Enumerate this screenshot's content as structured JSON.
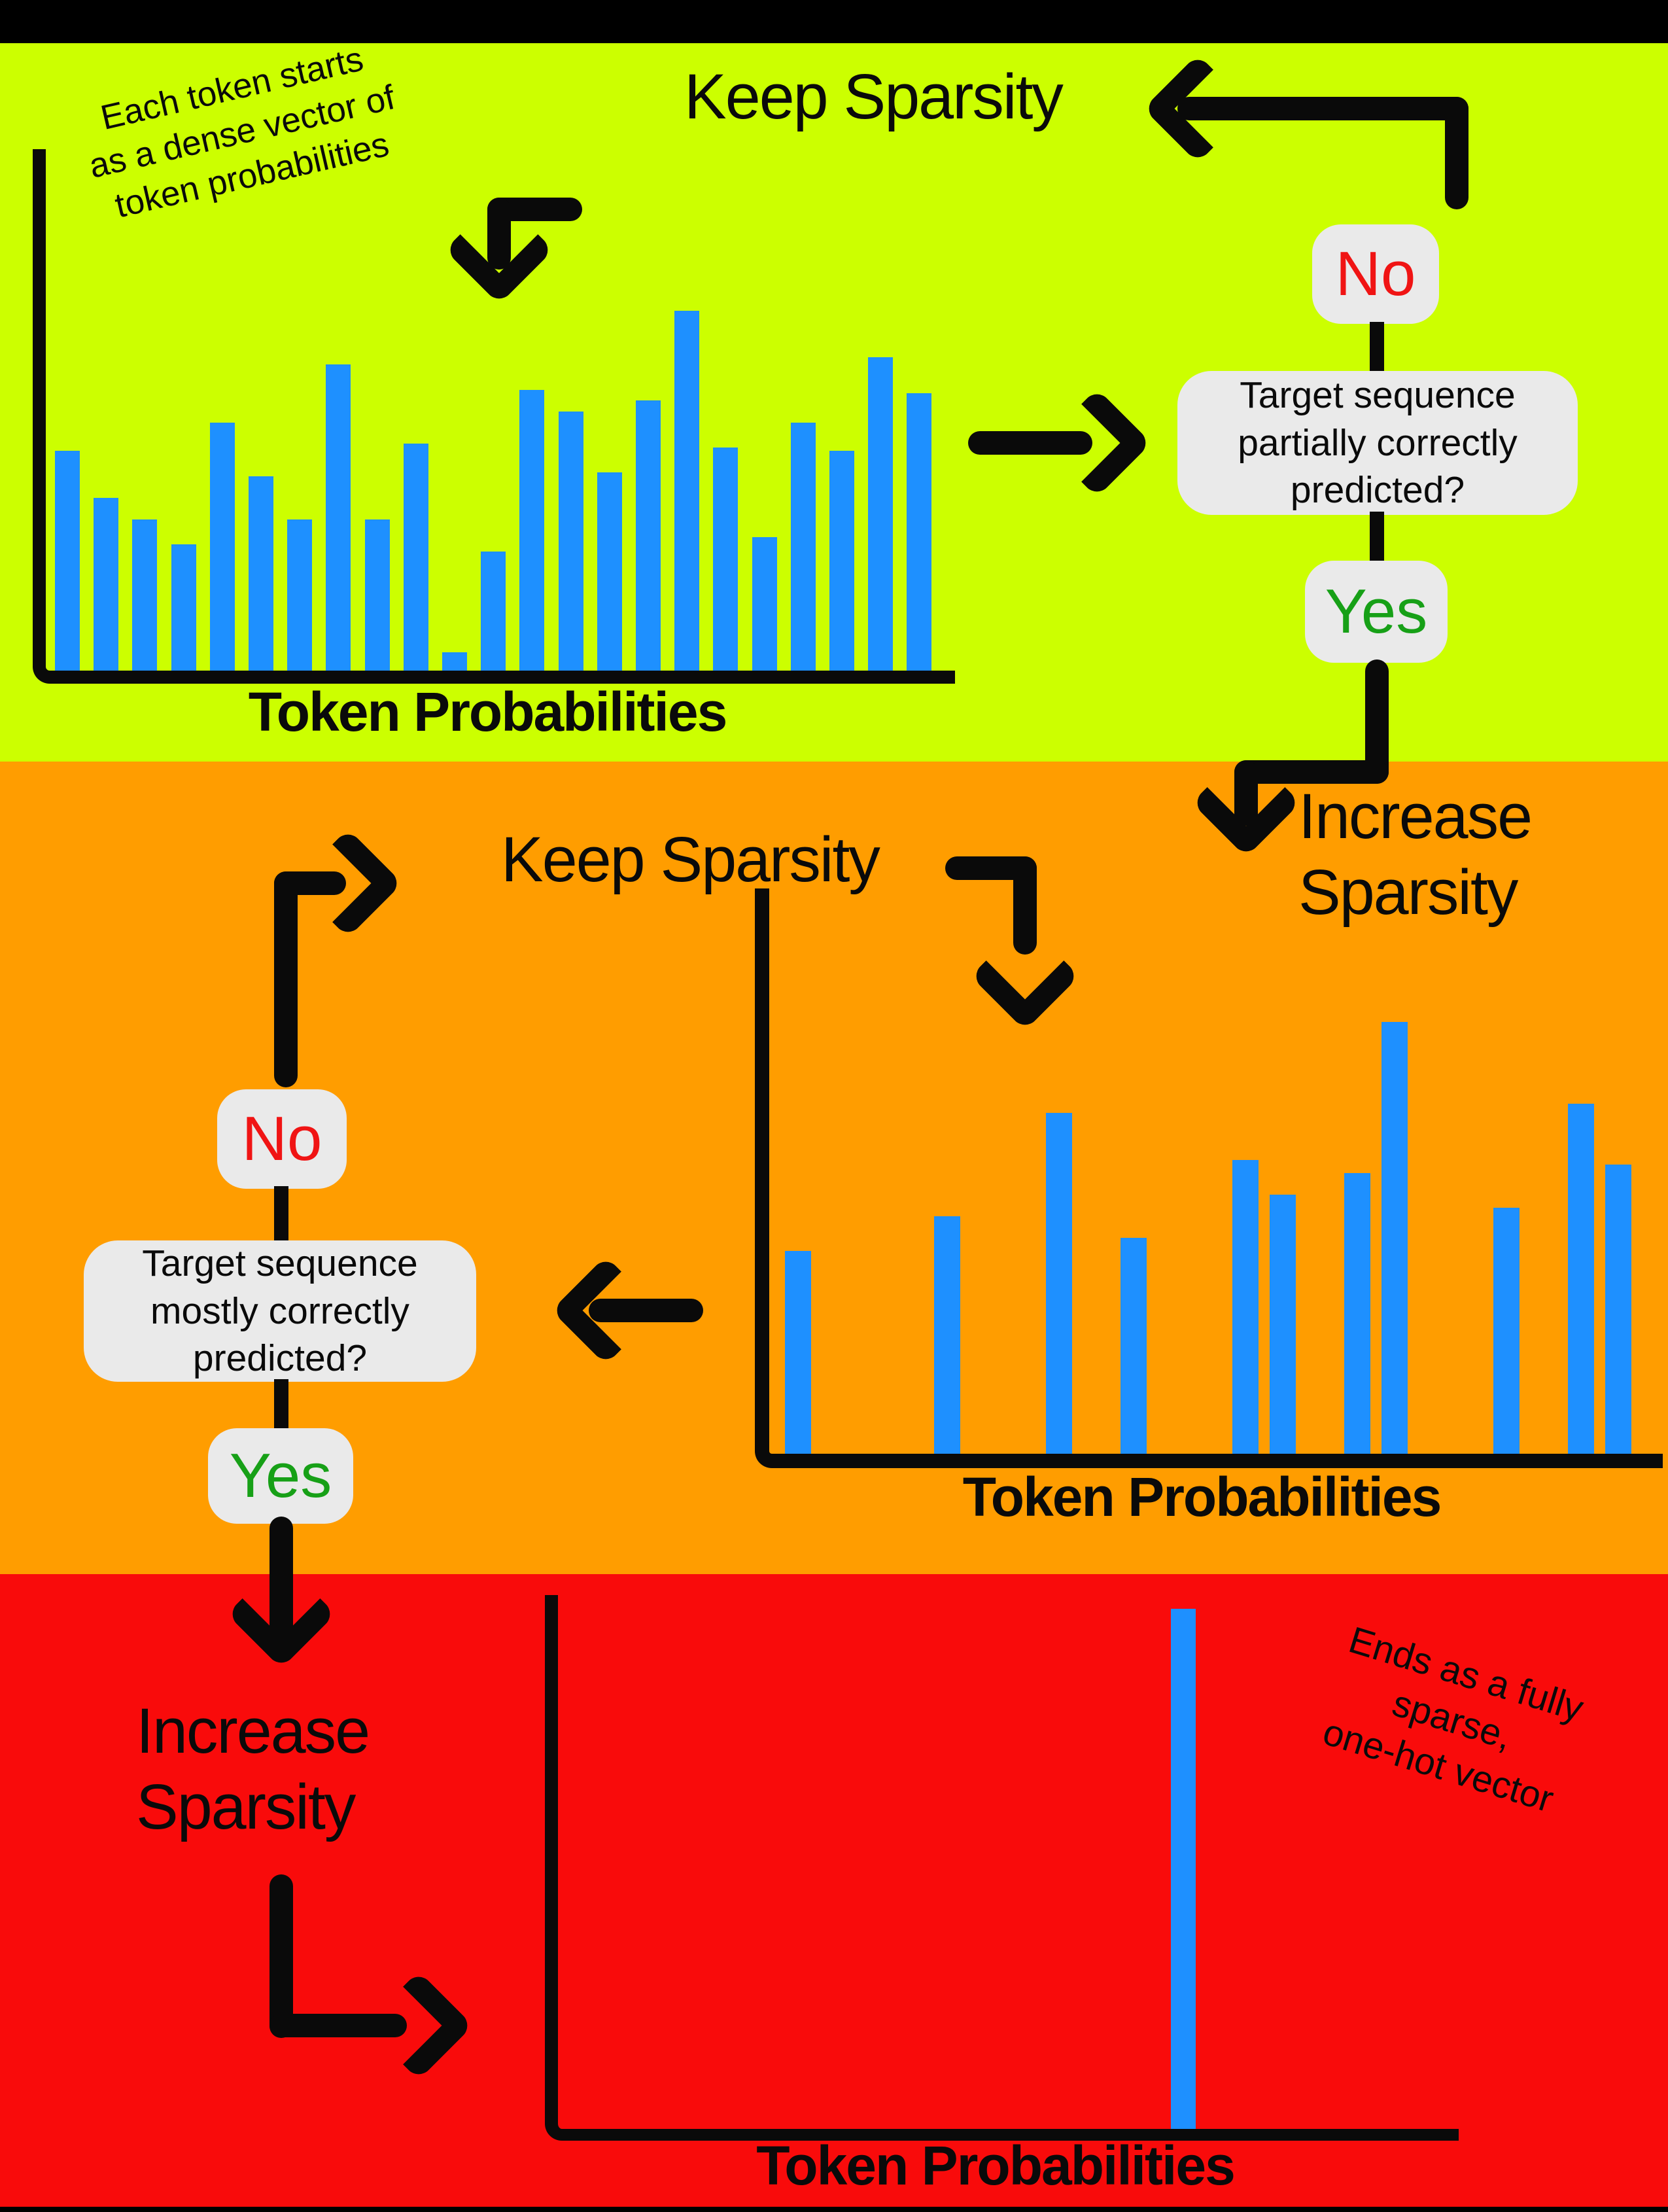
{
  "colors": {
    "band_top": "#000000",
    "band_dense": "#CCFF00",
    "band_partial": "#FF9D00",
    "band_onehot": "#F90B0B",
    "bar_blue": "#1E90FF",
    "badge_bg": "#EAEAEA",
    "no_red": "#F01414",
    "yes_green": "#17A017",
    "ink": "#0A0A0A"
  },
  "sections": {
    "dense": {
      "title": "Keep Sparsity",
      "annotation_lines": [
        "Each token starts",
        "as a dense vector of",
        "token probabilities"
      ],
      "no_label": "No",
      "question_lines": [
        "Target sequence",
        "partially correctly",
        "predicted?"
      ],
      "yes_label": "Yes",
      "action_lines": [
        "Increase",
        "Sparsity"
      ],
      "chart": {
        "label": "Token Probabilities",
        "type": "bar",
        "bar_heights": [
          0.61,
          0.48,
          0.42,
          0.35,
          0.69,
          0.54,
          0.42,
          0.85,
          0.42,
          0.63,
          0.05,
          0.33,
          0.78,
          0.72,
          0.55,
          0.75,
          1.0,
          0.62,
          0.37,
          0.69,
          0.61,
          0.87,
          0.77
        ]
      }
    },
    "partial": {
      "title": "Keep Sparsity",
      "no_label": "No",
      "question_lines": [
        "Target sequence",
        "mostly correctly",
        "predicted?"
      ],
      "yes_label": "Yes",
      "action_lines": [
        "Increase",
        "Sparsity"
      ],
      "chart": {
        "label": "Token Probabilities",
        "type": "bar",
        "bar_heights": [
          0.47,
          0,
          0,
          0,
          0.55,
          0,
          0,
          0.79,
          0,
          0.5,
          0,
          0,
          0.68,
          0.6,
          0,
          0.65,
          1.0,
          0,
          0,
          0.57,
          0,
          0.81,
          0.67
        ]
      }
    },
    "onehot": {
      "annotation_lines": [
        "Ends as a fully",
        "sparse,",
        "one-hot vector"
      ],
      "chart": {
        "label": "Token Probabilities",
        "type": "bar",
        "bar_heights": [
          0,
          0,
          0,
          0,
          0,
          0,
          0,
          0,
          0,
          0,
          0,
          0,
          0,
          0,
          0,
          0,
          1.0,
          0,
          0,
          0,
          0,
          0,
          0
        ]
      }
    }
  }
}
